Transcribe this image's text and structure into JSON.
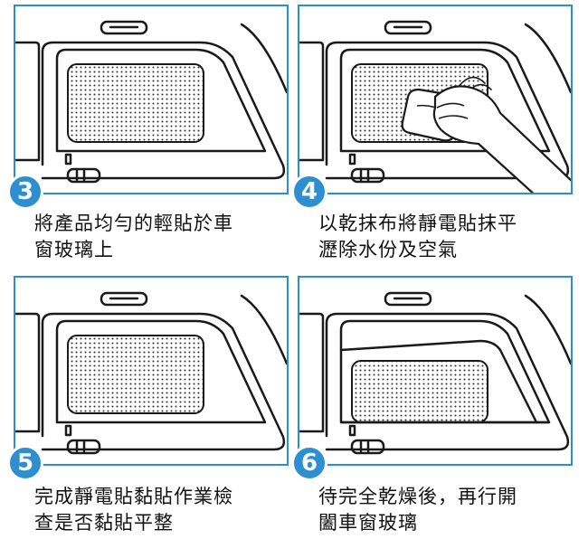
{
  "colors": {
    "accent": "#2d8fd0",
    "line": "#1a1a1a",
    "dots": "#333333"
  },
  "steps": [
    {
      "number": "3",
      "caption_line1": "將產品均勻的輕貼於車",
      "caption_line2": "窗玻璃上",
      "illustration": "film-on-glass"
    },
    {
      "number": "4",
      "caption_line1": "以乾抹布將靜電貼抹平",
      "caption_line2": "瀝除水份及空氣",
      "illustration": "hand-wiping-with-cloth"
    },
    {
      "number": "5",
      "caption_line1": "完成靜電貼黏貼作業檢",
      "caption_line2": "查是否黏貼平整",
      "illustration": "film-on-glass"
    },
    {
      "number": "6",
      "caption_line1": "待完全乾燥後，再行開",
      "caption_line2": "闔車窗玻璃",
      "illustration": "window-closing"
    }
  ]
}
